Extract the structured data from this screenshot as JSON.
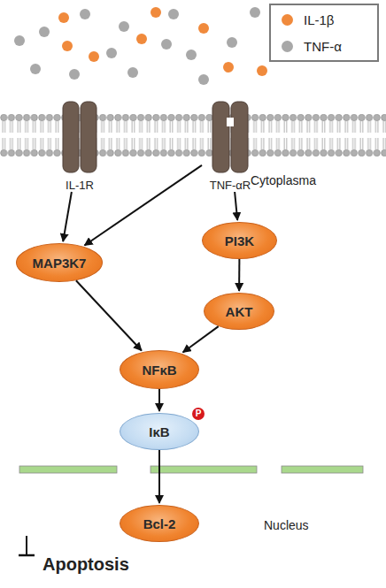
{
  "diagram": {
    "nodes": [
      {
        "text": [
          "IL-1R"
        ]
      },
      {
        "text": [
          "TNF-αR"
        ]
      },
      {
        "text": [
          "PI3K"
        ]
      },
      {
        "text": [
          "MAP3K7"
        ]
      },
      {
        "text": [
          "AKT"
        ]
      },
      {
        "text": [
          "NFκB"
        ]
      },
      {
        "text": [
          "IκB"
        ]
      },
      {
        "text": [
          "Bcl-2"
        ]
      }
    ],
    "edges": [
      {
        "from": 0,
        "to": 3,
        "arrow": "to"
      },
      {
        "from": 1,
        "to": 3,
        "arrow": "to"
      },
      {
        "from": 1,
        "to": 2,
        "arrow": "to"
      },
      {
        "from": 2,
        "to": 4,
        "arrow": "to"
      },
      {
        "from": 3,
        "to": 5,
        "arrow": "to"
      },
      {
        "from": 4,
        "to": 5,
        "arrow": "to"
      },
      {
        "from": 5,
        "to": 6,
        "arrow": "to"
      },
      {
        "from": 6,
        "to": 7,
        "arrow": "to"
      }
    ],
    "labels": [
      "Cytoplasma",
      "P",
      "Nucleus",
      "Apoptosis"
    ],
    "legend": [
      {
        "text": "IL-1β",
        "color": "#f08a3c"
      },
      {
        "text": "TNF-α",
        "color": "#a8a8a8"
      }
    ]
  }
}
